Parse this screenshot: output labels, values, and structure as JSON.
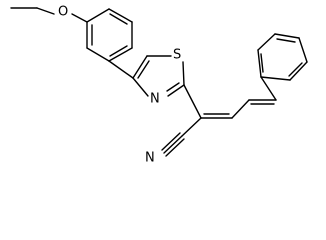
{
  "molecule": {
    "atoms": {
      "ether_oxygen": "O",
      "thiazole_sulfur": "S",
      "thiazole_nitrogen": "N",
      "nitrile": "N"
    }
  },
  "colors": {
    "bond": "#000000",
    "background": "#ffffff"
  }
}
